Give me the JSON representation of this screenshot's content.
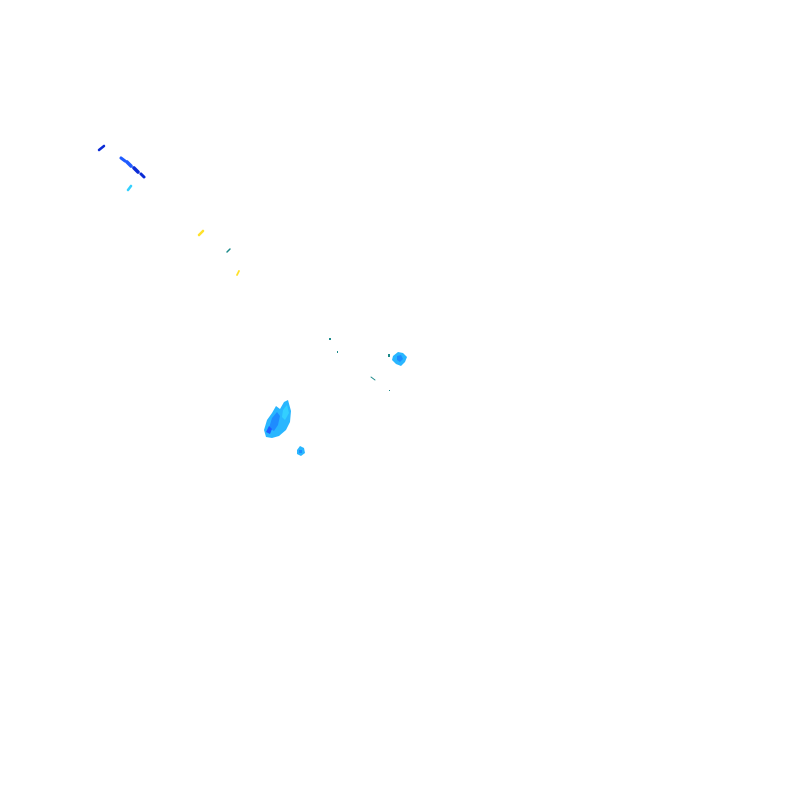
{
  "radar_overlay": {
    "palette": {
      "dark_blue": "#0a2bd6",
      "blue": "#1f5bff",
      "mid_blue": "#1e8cff",
      "light_blue": "#29b6ff",
      "cyan": "#33d0ff",
      "teal": "#1c8a8a",
      "yellow": "#ffe12a",
      "background": "#ffffff"
    },
    "cells": [
      {
        "name": "echo-streak-nw-1",
        "color": "dark_blue"
      },
      {
        "name": "echo-streak-nw-2",
        "color": "blue"
      },
      {
        "name": "echo-streak-nw-3",
        "color": "blue"
      },
      {
        "name": "echo-streak-nw-4",
        "color": "dark_blue"
      },
      {
        "name": "echo-streak-nw-5",
        "color": "dark_blue"
      },
      {
        "name": "echo-streak-nw-6",
        "color": "cyan"
      },
      {
        "name": "echo-speck-yellow-1",
        "color": "yellow"
      },
      {
        "name": "echo-speck-teal-1",
        "color": "teal"
      },
      {
        "name": "echo-speck-yellow-2",
        "color": "yellow"
      },
      {
        "name": "echo-speck-dark-1",
        "color": "teal"
      },
      {
        "name": "echo-cluster-east",
        "color": "light_blue"
      },
      {
        "name": "echo-cluster-main",
        "color": "light_blue"
      },
      {
        "name": "echo-cluster-small",
        "color": "light_blue"
      }
    ]
  }
}
